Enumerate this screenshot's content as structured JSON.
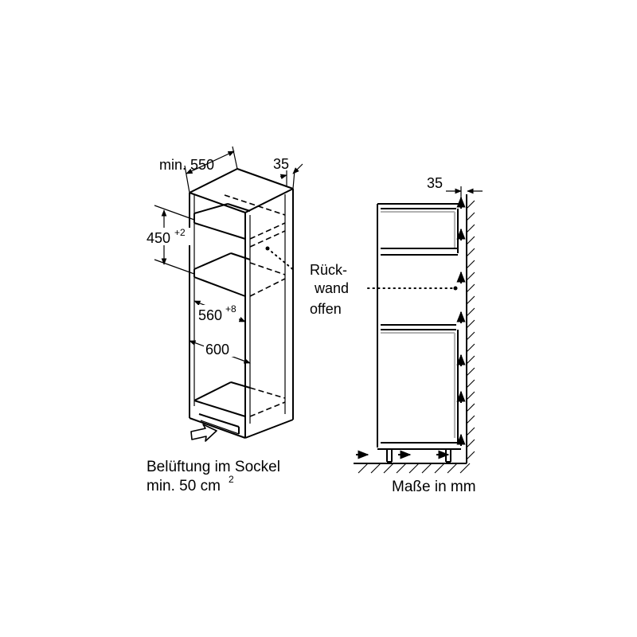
{
  "labels": {
    "depth_min": "min. 550",
    "top_offset_left": "35",
    "top_offset_right": "35",
    "niche_height": "450",
    "niche_height_tol": "+2",
    "niche_width": "560",
    "niche_width_tol": "+8",
    "outer_width": "600",
    "rear_wall_line1": "Rück-",
    "rear_wall_line2": "wand",
    "rear_wall_line3": "offen",
    "plinth_vent_line1": "Belüftung im Sockel",
    "plinth_vent_line2": "min. 50 cm",
    "plinth_vent_sup": "2",
    "units_note": "Maße in mm"
  },
  "icons": {
    "airflow_arrow": "arrow-up-icon",
    "plinth_inlet_arrow": "outline-arrow-icon"
  }
}
